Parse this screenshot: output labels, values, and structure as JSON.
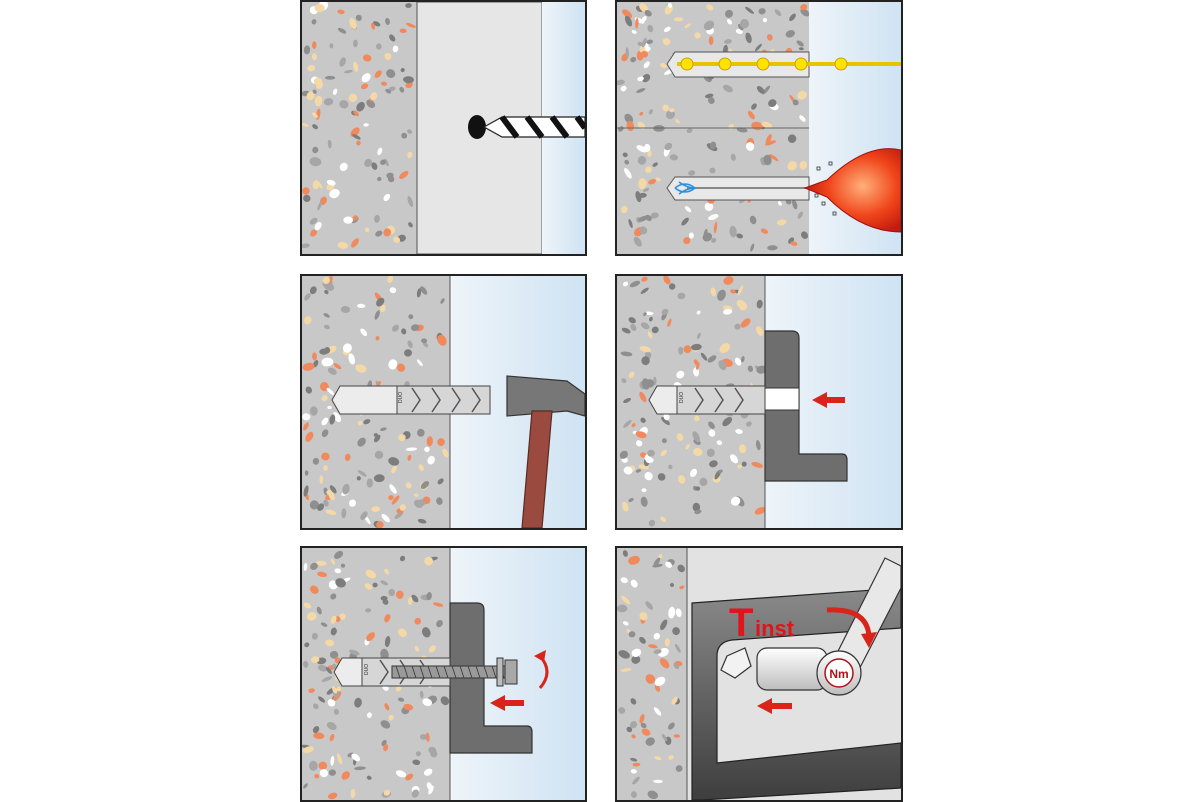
{
  "steps": [
    {
      "id": "drill-hole",
      "depicts": "drill"
    },
    {
      "id": "clean-hole",
      "depicts": "brush-and-blow-pump"
    },
    {
      "id": "hammer-in-anchor",
      "depicts": "hammer"
    },
    {
      "id": "place-fixture",
      "depicts": "angle-bracket"
    },
    {
      "id": "insert-bolt",
      "depicts": "bolt-rotate"
    },
    {
      "id": "apply-torque",
      "depicts": "torque-wrench"
    }
  ],
  "anchor_marking": "DUO",
  "torque_label": {
    "main": "T",
    "subscript": "inst",
    "unit": "Nm"
  },
  "colors": {
    "concrete": "#c8c8c8",
    "wall_panel": "#e6e6e6",
    "air": "#d9e9f5",
    "arrow": "#d9241c",
    "hammer_handle": "#9b4a40",
    "fixture_metal": "#6e6e6e",
    "outline": "#222222"
  }
}
